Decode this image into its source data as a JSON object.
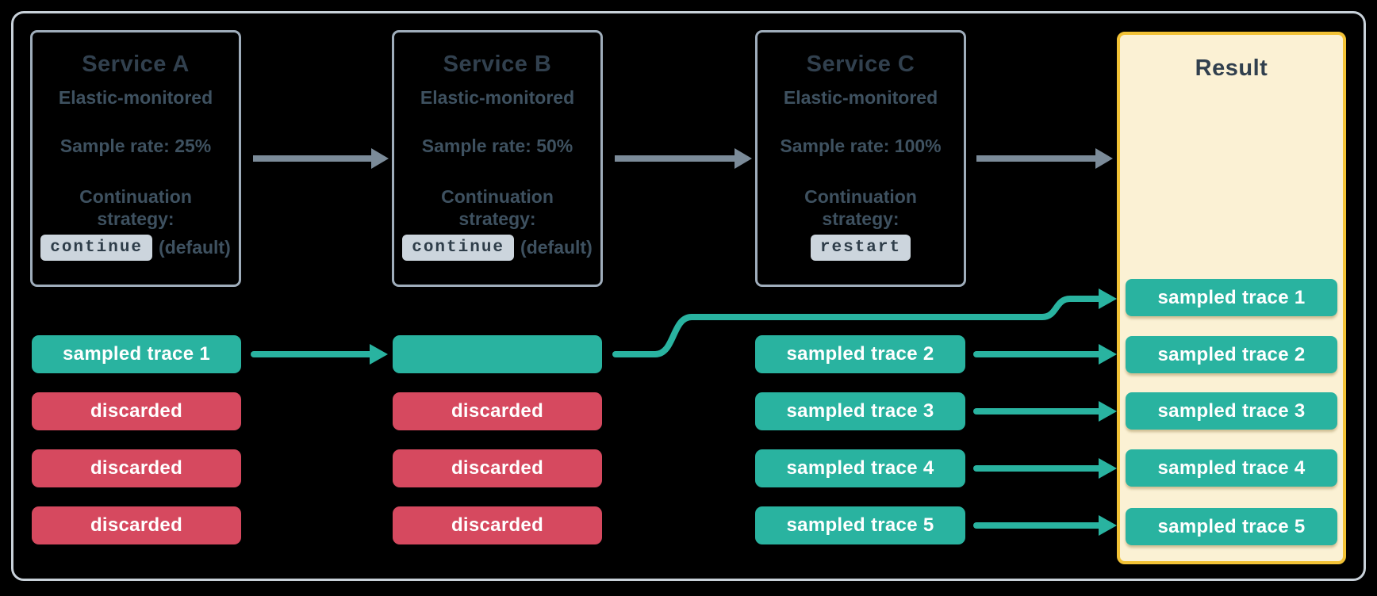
{
  "diagram": {
    "services": [
      {
        "name": "Service A",
        "monitoring": "Elastic-monitored",
        "sample_rate": "Sample rate: 25%",
        "strategy_label": "Continuation strategy:",
        "strategy_value": "continue",
        "strategy_suffix": "(default)"
      },
      {
        "name": "Service B",
        "monitoring": "Elastic-monitored",
        "sample_rate": "Sample rate: 50%",
        "strategy_label": "Continuation strategy:",
        "strategy_value": "continue",
        "strategy_suffix": "(default)"
      },
      {
        "name": "Service C",
        "monitoring": "Elastic-monitored",
        "sample_rate": "Sample rate: 100%",
        "strategy_label": "Continuation strategy:",
        "strategy_value": "restart",
        "strategy_suffix": ""
      }
    ],
    "trace_rows": {
      "service_a": [
        {
          "label": "sampled trace 1",
          "status": "sampled"
        },
        {
          "label": "discarded",
          "status": "discarded"
        },
        {
          "label": "discarded",
          "status": "discarded"
        },
        {
          "label": "discarded",
          "status": "discarded"
        }
      ],
      "service_b": [
        {
          "label": "",
          "status": "sampled"
        },
        {
          "label": "discarded",
          "status": "discarded"
        },
        {
          "label": "discarded",
          "status": "discarded"
        },
        {
          "label": "discarded",
          "status": "discarded"
        }
      ],
      "service_c": [
        {
          "label": "sampled trace 2",
          "status": "sampled"
        },
        {
          "label": "sampled trace 3",
          "status": "sampled"
        },
        {
          "label": "sampled trace 4",
          "status": "sampled"
        },
        {
          "label": "sampled trace 5",
          "status": "sampled"
        }
      ]
    },
    "result": {
      "title": "Result",
      "traces": [
        "sampled trace 1",
        "sampled trace 2",
        "sampled trace 3",
        "sampled trace 4",
        "sampled trace 5"
      ]
    }
  },
  "colors": {
    "background": "#000000",
    "frame_border": "#c8d1d9",
    "box_border": "#9fadbb",
    "title_text": "#31404e",
    "body_text": "#3e5160",
    "code_bg": "#ccd5dd",
    "code_text": "#2e3d49",
    "teal": "#29b3a0",
    "red": "#d6495f",
    "gray_arrow": "#7b8b99",
    "result_bg": "#fbf1d4",
    "result_border": "#f2c236",
    "chip_text": "#ffffff"
  }
}
